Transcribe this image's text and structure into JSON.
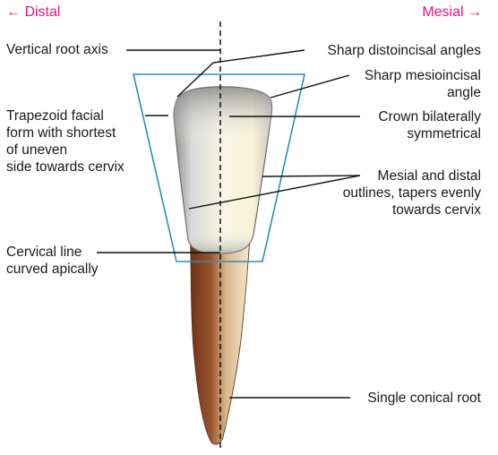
{
  "directions": {
    "distal": "← Distal",
    "mesial": "Mesial →"
  },
  "labels": {
    "vertical_root_axis": "Vertical root axis",
    "trapezoid_facial_form": [
      "Trapezoid facial",
      "form with shortest",
      "of uneven",
      "side towards cervix"
    ],
    "cervical_line": [
      "Cervical line",
      "curved apically"
    ],
    "sharp_distoincisal": "Sharp distoincisal angles",
    "sharp_mesioincisal": [
      "Sharp mesioincisal",
      "angle"
    ],
    "crown_symmetrical": [
      "Crown bilaterally",
      "symmetrical"
    ],
    "mesial_distal_outlines": [
      "Mesial and distal",
      "outlines, tapers evenly",
      "towards cervix"
    ],
    "single_conical_root": "Single conical root"
  },
  "colors": {
    "direction_text": "#e6127f",
    "trapezoid_outline": "#2a8fb8",
    "root_dark": "#7a3c1c",
    "root_light": "#f3e3c6",
    "crown_light": "#f6f4de",
    "crown_gray": "#9c9c9c"
  }
}
